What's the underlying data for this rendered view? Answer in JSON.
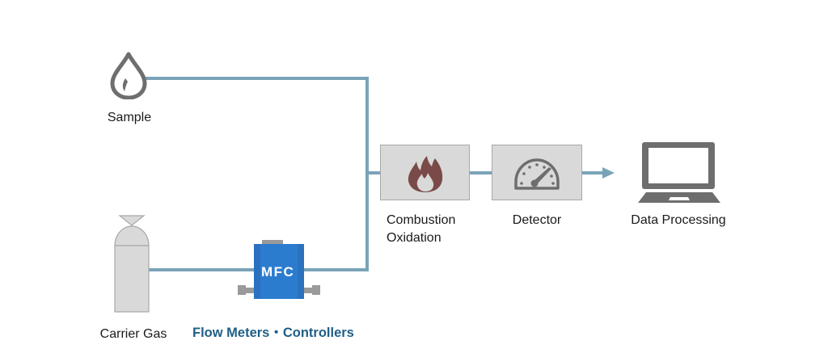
{
  "diagram": {
    "title": "",
    "pipe_color": "#7aa3b8",
    "icon_gray": "#6e6e6e",
    "box_fill": "#d9d9d9",
    "flame_color": "#7a4a48",
    "mfc_color": "#2b7ccf",
    "nodes": {
      "sample": {
        "label": "Sample",
        "icon": "droplet-icon"
      },
      "carrier_gas": {
        "label": "Carrier Gas",
        "icon": "gas-cylinder-icon"
      },
      "mfc": {
        "badge": "MFC",
        "label": "Flow Meters・Controllers",
        "icon": "mass-flow-controller-icon"
      },
      "combustion": {
        "label_line1": "Combustion",
        "label_line2": "Oxidation",
        "icon": "flame-icon"
      },
      "detector": {
        "label": "Detector",
        "icon": "gauge-icon"
      },
      "data_processing": {
        "label": "Data Processing",
        "icon": "laptop-icon"
      }
    },
    "edges": [
      {
        "from": "sample",
        "to": "combustion"
      },
      {
        "from": "carrier_gas",
        "to": "mfc"
      },
      {
        "from": "mfc",
        "to": "combustion"
      },
      {
        "from": "combustion",
        "to": "detector"
      },
      {
        "from": "detector",
        "to": "data_processing",
        "arrow": true
      }
    ]
  }
}
